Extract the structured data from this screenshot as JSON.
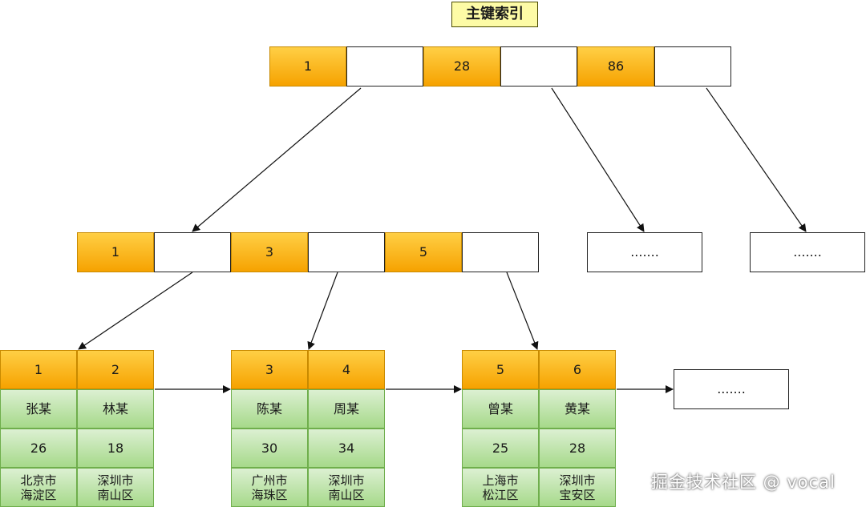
{
  "title": "主键索引",
  "root": {
    "keys": [
      "1",
      "28",
      "86"
    ]
  },
  "level2": {
    "node": {
      "keys": [
        "1",
        "3",
        "5"
      ]
    },
    "placeholders": [
      ".......",
      "......."
    ]
  },
  "leaves": [
    {
      "keys": [
        "1",
        "2"
      ],
      "names": [
        "张某",
        "林某"
      ],
      "ages": [
        "26",
        "18"
      ],
      "cities": [
        "北京市\n海淀区",
        "深圳市\n南山区"
      ]
    },
    {
      "keys": [
        "3",
        "4"
      ],
      "names": [
        "陈某",
        "周某"
      ],
      "ages": [
        "30",
        "34"
      ],
      "cities": [
        "广州市\n海珠区",
        "深圳市\n南山区"
      ]
    },
    {
      "keys": [
        "5",
        "6"
      ],
      "names": [
        "曾某",
        "黄某"
      ],
      "ages": [
        "25",
        "28"
      ],
      "cities": [
        "上海市\n松江区",
        "深圳市\n宝安区"
      ]
    }
  ],
  "leaf_placeholder": ".......",
  "watermark": "掘金技术社区 @ vocal",
  "colors": {
    "key_fill": "#f6a200",
    "data_fill": "#a6d98a",
    "title_fill": "#fdfba6"
  }
}
